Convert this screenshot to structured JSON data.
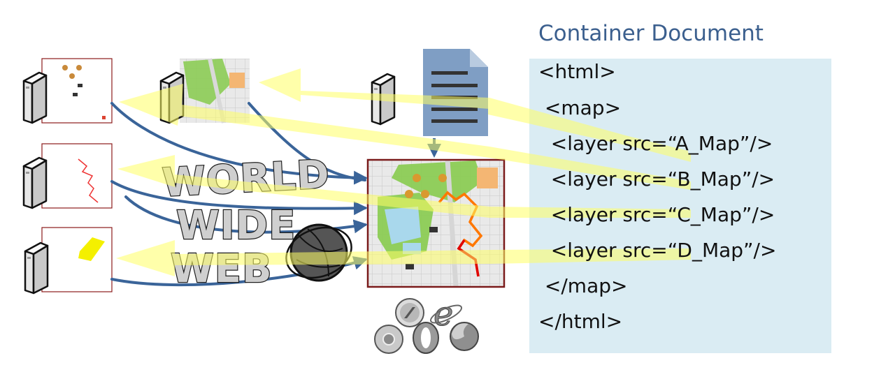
{
  "container": {
    "title": "Container Document",
    "lines": [
      "<html>",
      " <map>",
      "  <layer src=“A_Map”/>",
      "  <layer src=“B_Map”/>",
      "  <layer src=“C_Map”/>",
      "  <layer src=“D_Map”/>",
      " </map>",
      "</html>"
    ]
  },
  "www": {
    "line1": "WORLD",
    "line2": "WIDE",
    "line3": "WEB"
  },
  "colors": {
    "link_arrow": "#3a6499",
    "highlight_arrow": "#ffff66",
    "document_icon": "#7f9ec4",
    "code_background": "#daecf3",
    "title": "#3b5f8e",
    "route": "#e00000"
  },
  "icons": [
    "server-icon",
    "document-icon",
    "globe-icon",
    "safari-icon",
    "internet-explorer-icon",
    "chrome-icon",
    "opera-icon",
    "firefox-icon",
    "monkey-icon",
    "camera-icon"
  ]
}
